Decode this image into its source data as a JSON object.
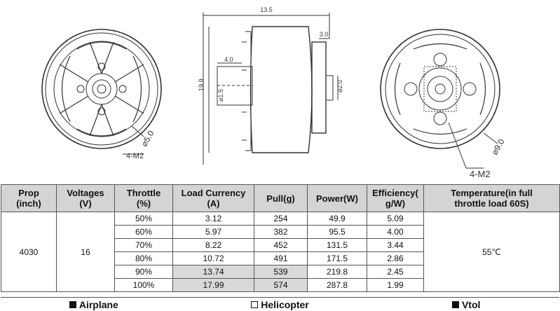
{
  "drawing": {
    "left_hole_label": "4-M2",
    "left_diameter_label": "⌀5.0",
    "side_width_label": "13.5",
    "side_flange_label": "3.0",
    "side_shaft_label": "4.0",
    "side_height_label": "19.9",
    "side_bore_label": "⌀1.5",
    "side_shaft_dia_label": "⌀2.0",
    "right_diameter_label": "⌀9.0",
    "right_hole_label": "4-M2"
  },
  "table": {
    "headers": {
      "prop": "Prop\n(inch)",
      "voltages": "Voltages\n(V)",
      "throttle": "Throttle\n(%)",
      "load_current": "Load Currency\n(A)",
      "pull": "Pull(g)",
      "power": "Power(W)",
      "efficiency": "Efficiency(\ng/W)",
      "temperature": "Temperature(in full\nthrottle load 60S)"
    },
    "prop": "4030",
    "voltage": "16",
    "temperature": "55℃",
    "rows": [
      {
        "throttle": "50%",
        "current": "3.12",
        "pull": "254",
        "power": "49.9",
        "efficiency": "5.09"
      },
      {
        "throttle": "60%",
        "current": "5.97",
        "pull": "382",
        "power": "95.5",
        "efficiency": "4.00"
      },
      {
        "throttle": "70%",
        "current": "8.22",
        "pull": "452",
        "power": "131.5",
        "efficiency": "3.44"
      },
      {
        "throttle": "80%",
        "current": "10.72",
        "pull": "491",
        "power": "171.5",
        "efficiency": "2.86"
      },
      {
        "throttle": "90%",
        "current": "13.74",
        "pull": "539",
        "power": "219.8",
        "efficiency": "2.45"
      },
      {
        "throttle": "100%",
        "current": "17.99",
        "pull": "574",
        "power": "287.8",
        "efficiency": "1.99"
      }
    ],
    "shaded_rows": [
      4,
      5
    ]
  },
  "footer": {
    "airplane": "Airplane",
    "helicopter": "Helicopter",
    "vtol": "Vtol",
    "airplane_checked": true,
    "helicopter_checked": false,
    "vtol_checked": true
  }
}
